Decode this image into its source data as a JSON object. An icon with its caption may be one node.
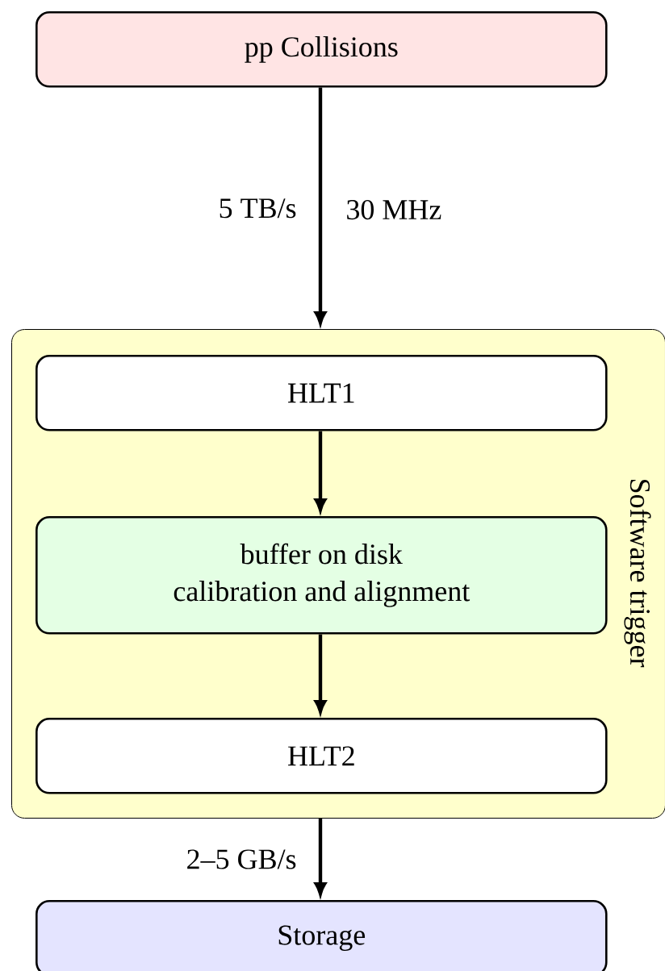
{
  "diagram": {
    "nodes": [
      {
        "text": [
          "pp Collisions"
        ]
      },
      {
        "text": [
          "Software trigger"
        ]
      },
      {
        "text": [
          "HLT1"
        ],
        "in": 1
      },
      {
        "text": [
          "buffer on disk",
          "calibration and alignment"
        ],
        "in": 1
      },
      {
        "text": [
          "HLT2"
        ],
        "in": 1
      },
      {
        "text": [
          "Storage"
        ]
      }
    ],
    "edges": [
      {
        "from": 0,
        "to": 1,
        "arrow": "to",
        "label": "5 TB/s"
      },
      {
        "from": 2,
        "to": 3,
        "arrow": "to"
      },
      {
        "from": 3,
        "to": 4,
        "arrow": "to"
      },
      {
        "from": 1,
        "to": 5,
        "arrow": "to",
        "label": "2–5 GB/s"
      }
    ],
    "labels": [
      "30 MHz"
    ]
  }
}
